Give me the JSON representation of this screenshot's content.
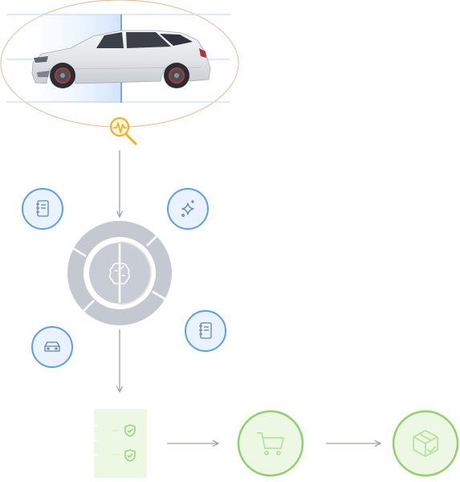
{
  "colors": {
    "scan_accent": "#f2b21c",
    "scan_ellipse": "#e9b98f",
    "blue_circle_stroke": "#5aa0e6",
    "blue_circle_fill": "#eaf3fd",
    "blue_icon": "#5b86b8",
    "hub_ring": "#c4c8d0",
    "hub_core": "#c8ccd4",
    "arrow": "#9ea3aa",
    "green_stroke": "#8fd16a",
    "green_fill": "#ecf8e3",
    "green_icon": "#a8dc88",
    "car_body": "#e5e7ea",
    "scan_band": "#d6e8fb"
  },
  "diagram": {
    "vehicle": {
      "icon": "hatchback-car"
    },
    "scanner": {
      "icon": "search-waveform-icon"
    },
    "satellite_nodes": [
      {
        "id": "notebook-top-left",
        "icon": "notebook-icon"
      },
      {
        "id": "sparkle-top-right",
        "icon": "sparkle-icon"
      },
      {
        "id": "notebook-bottom-right",
        "icon": "notebook-icon"
      },
      {
        "id": "car-bottom-left",
        "icon": "car-icon"
      }
    ],
    "hub": {
      "icon": "brain-icon"
    },
    "pipeline": [
      {
        "id": "secure-document",
        "icon": "shield-icon"
      },
      {
        "id": "cart",
        "icon": "shopping-cart-icon"
      },
      {
        "id": "package",
        "icon": "package-check-icon"
      }
    ]
  }
}
